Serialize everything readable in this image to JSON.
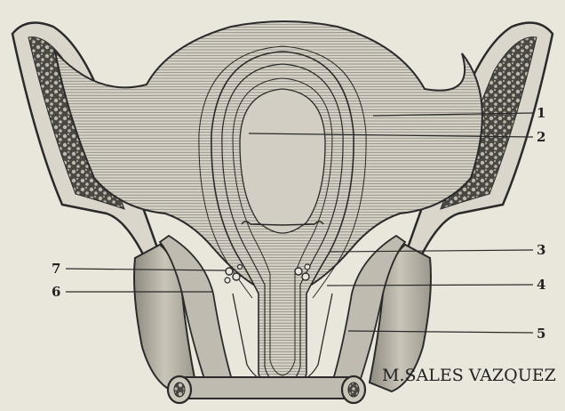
{
  "labels": [
    {
      "id": "1",
      "text": "1"
    },
    {
      "id": "2",
      "text": "2"
    },
    {
      "id": "3",
      "text": "3"
    },
    {
      "id": "4",
      "text": "4"
    },
    {
      "id": "5",
      "text": "5"
    },
    {
      "id": "6",
      "text": "6"
    },
    {
      "id": "7",
      "text": "7"
    }
  ],
  "signature": "M.SALES VAZQUEZ",
  "colors": {
    "paper": "#e9e6dc",
    "tissue": "#cfcbbf",
    "ink": "#2a2a2a",
    "bone": "#d9d5ca"
  }
}
